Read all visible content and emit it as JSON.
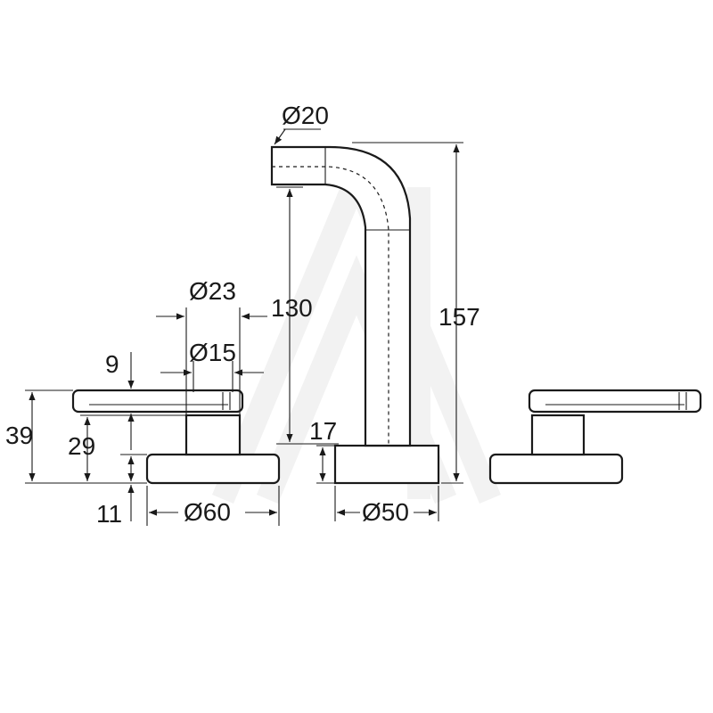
{
  "dimensions": {
    "spout_diameter": "Ø20",
    "spout_height_inner": "130",
    "spout_height_total": "157",
    "spout_base_height": "17",
    "spout_base_diameter": "Ø50",
    "handle_body_diameter": "Ø23",
    "handle_stem_diameter": "Ø15",
    "lever_thickness": "9",
    "handle_total_height": "39",
    "handle_mid_height": "29",
    "handle_base_height": "11",
    "handle_base_diameter": "Ø60"
  }
}
